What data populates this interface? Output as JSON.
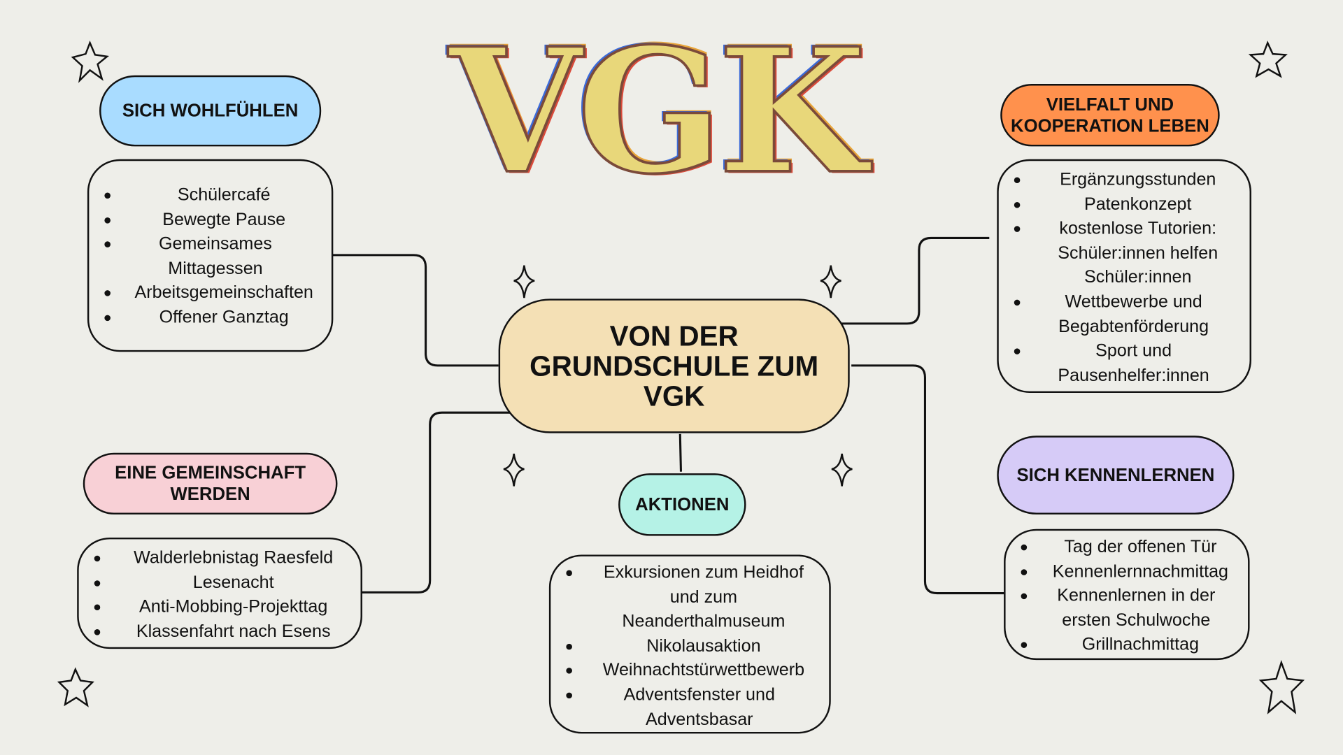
{
  "logo": {
    "text": "VGK"
  },
  "center": {
    "title": "VON DER GRUNDSCHULE ZUM VGK"
  },
  "branches": {
    "wohlfuehlen": {
      "title": "SICH WOHLFÜHLEN",
      "items": [
        "Schülercafé",
        "Bewegte Pause",
        "Gemeinsames Mittagessen",
        "Arbeitsgemeinschaften",
        "Offener Ganztag"
      ]
    },
    "vielfalt": {
      "title": "VIELFALT UND KOOPERATION LEBEN",
      "items": [
        "Ergänzungsstunden",
        "Patenkonzept",
        "kostenlose Tutorien: Schüler:innen helfen Schüler:innen",
        "Wettbewerbe und Begabtenförderung",
        "Sport und Pausenhelfer:innen"
      ]
    },
    "gemeinschaft": {
      "title": "EINE GEMEINSCHAFT WERDEN",
      "items": [
        "Walderlebnistag Raesfeld",
        "Lesenacht",
        "Anti-Mobbing-Projekttag",
        "Klassenfahrt nach Esens"
      ]
    },
    "aktionen": {
      "title": "AKTIONEN",
      "items": [
        "Exkursionen zum Heidhof und zum Neanderthalmuseum",
        "Nikolausaktion",
        "Weihnachtstürwettbewerb",
        "Adventsfenster und Adventsbasar"
      ]
    },
    "kennenlernen": {
      "title": "SICH KENNENLERNEN",
      "items": [
        "Tag der offenen Tür",
        "Kennenlernnachmittag",
        "Kennenlernen in der ersten Schulwoche",
        "Grillnachmittag"
      ]
    }
  },
  "colors": {
    "background": "#eeeee9",
    "center": "#f4e0b5",
    "blue": "#a9dcff",
    "orange": "#ff914d",
    "pink": "#f8d0d6",
    "mint": "#b5f2e6",
    "lavender": "#d6cbf7"
  }
}
